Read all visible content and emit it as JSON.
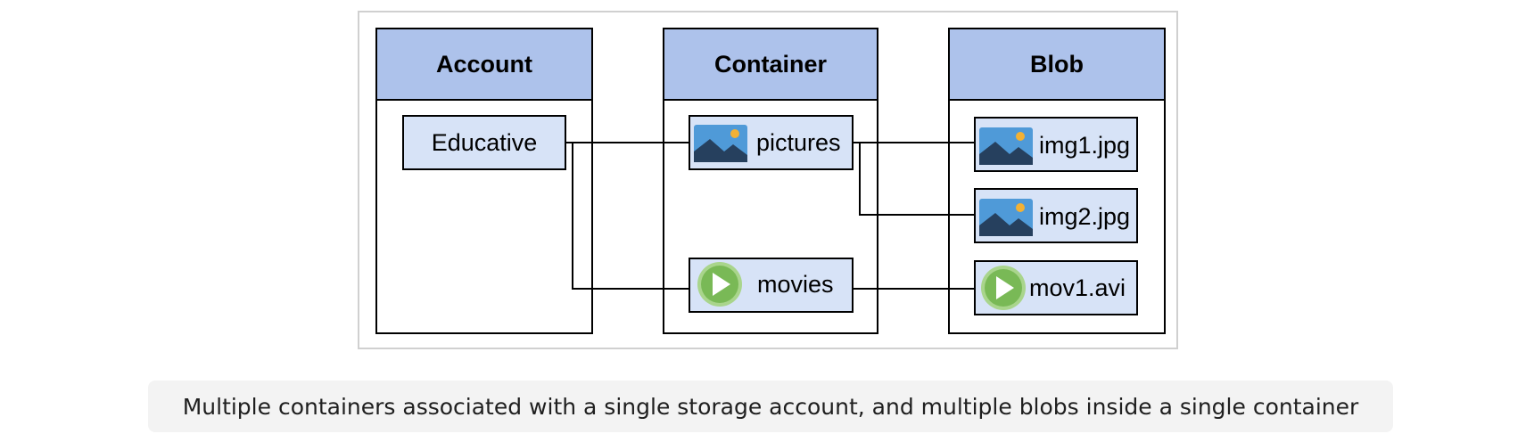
{
  "colors": {
    "header_fill": "#adc2eb",
    "node_fill": "#d7e3f7",
    "line": "#000000",
    "image_icon_bg": "#4f9ad8",
    "image_icon_mountain": "#26405e",
    "image_icon_sun": "#f2b134",
    "play_icon_fill": "#79b956",
    "play_icon_ring": "#a9d58c"
  },
  "columns": {
    "account": {
      "title": "Account"
    },
    "container": {
      "title": "Container"
    },
    "blob": {
      "title": "Blob"
    }
  },
  "nodes": {
    "educative": {
      "label": "Educative"
    },
    "pictures": {
      "label": "pictures",
      "icon": "image-icon"
    },
    "movies": {
      "label": "movies",
      "icon": "play-icon"
    },
    "img1": {
      "label": "img1.jpg",
      "icon": "image-icon"
    },
    "img2": {
      "label": "img2.jpg",
      "icon": "image-icon"
    },
    "mov1": {
      "label": "mov1.avi",
      "icon": "play-icon"
    }
  },
  "caption": "Multiple containers associated with a single storage account, and multiple blobs inside a single container"
}
